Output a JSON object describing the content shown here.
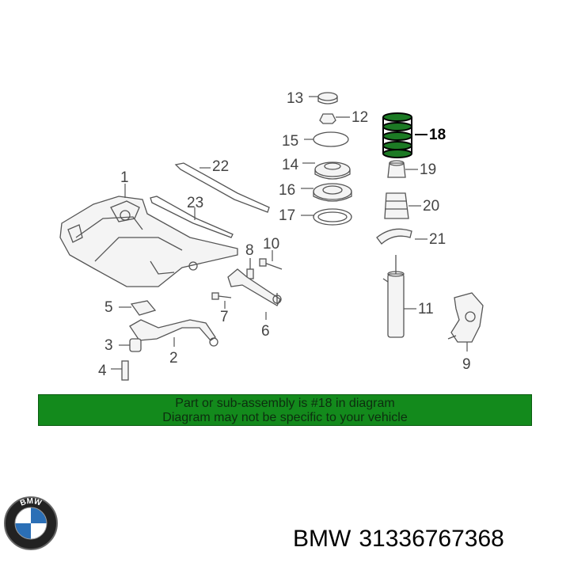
{
  "callouts": {
    "c1": "1",
    "c2": "2",
    "c3": "3",
    "c4": "4",
    "c5": "5",
    "c6": "6",
    "c7": "7",
    "c8": "8",
    "c9": "9",
    "c10": "10",
    "c11": "11",
    "c12": "12",
    "c13": "13",
    "c14": "14",
    "c15": "15",
    "c16": "16",
    "c17": "17",
    "c18": "18",
    "c19": "19",
    "c20": "20",
    "c21": "21",
    "c22": "22",
    "c23": "23"
  },
  "banner": {
    "line1": "Part or sub-assembly is #18 in diagram",
    "line2": "Diagram may not be specific to your vehicle",
    "color": "#138a1c"
  },
  "logo": {
    "icon": "bmw-roundel-icon",
    "letters": "BMW",
    "blue": "#2b6fb6"
  },
  "footer": {
    "brand": "BMW",
    "part_number": "31336767368"
  }
}
